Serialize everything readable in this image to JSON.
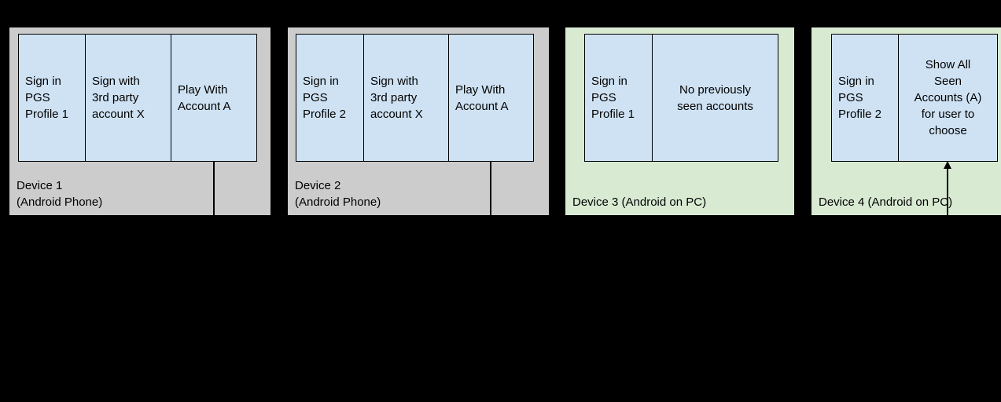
{
  "diagram": {
    "background": "#000000",
    "colors": {
      "phone_panel_bg": "#cccccc",
      "pc_panel_bg": "#d9ead3",
      "step_box_bg": "#cfe2f3",
      "border": "#000000",
      "text": "#000000"
    },
    "devices": [
      {
        "name": "Device 1",
        "label": "Device 1\n(Android Phone)",
        "steps": [
          {
            "text": "Sign in\nPGS\nProfile 1"
          },
          {
            "text": "Sign with\n3rd party\naccount X"
          },
          {
            "text": "Play With\nAccount A"
          }
        ],
        "connector": "line-down"
      },
      {
        "name": "Device 2",
        "label": "Device 2\n(Android Phone)",
        "steps": [
          {
            "text": "Sign in\nPGS\nProfile 2"
          },
          {
            "text": "Sign with\n3rd party\naccount X"
          },
          {
            "text": "Play With\nAccount A"
          }
        ],
        "connector": "line-down"
      },
      {
        "name": "Device 3",
        "label": "Device 3 (Android on PC)",
        "steps": [
          {
            "text": "Sign in\nPGS\nProfile 1"
          },
          {
            "text": "No previously\nseen accounts"
          }
        ],
        "connector": "none"
      },
      {
        "name": "Device 4",
        "label": "Device 4 (Android on PC)",
        "steps": [
          {
            "text": "Sign in\nPGS\nProfile 2"
          },
          {
            "text": "Show All\nSeen\nAccounts (A)\nfor user to\nchoose"
          }
        ],
        "connector": "arrow-up"
      }
    ]
  }
}
